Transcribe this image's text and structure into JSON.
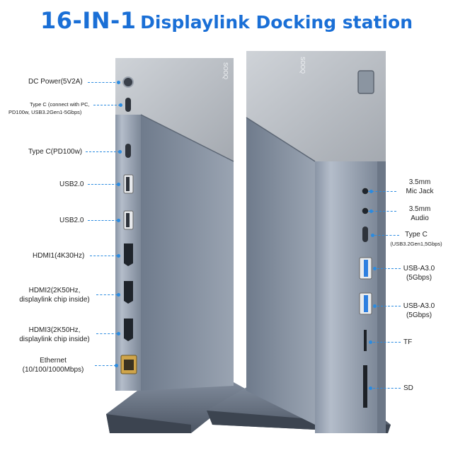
{
  "title": {
    "number": "16-IN-1",
    "text": "Displaylink Docking station"
  },
  "brand_mark": "SOOQ",
  "left_ports": [
    {
      "id": "dc",
      "lines": [
        "DC Power(5V2A)"
      ]
    },
    {
      "id": "typec_data",
      "lines": [
        "Type C (connect with PC,",
        "PD100w, USB3.2Gen1-5Gbps)"
      ],
      "small": true
    },
    {
      "id": "typec_pd",
      "lines": [
        "Type C(PD100w)"
      ]
    },
    {
      "id": "usb2_a",
      "lines": [
        "USB2.0"
      ]
    },
    {
      "id": "usb2_b",
      "lines": [
        "USB2.0"
      ]
    },
    {
      "id": "hdmi1",
      "lines": [
        "HDMI1(4K30Hz)"
      ]
    },
    {
      "id": "hdmi2",
      "lines": [
        "HDMI2(2K50Hz,",
        "displaylink chip inside)"
      ]
    },
    {
      "id": "hdmi3",
      "lines": [
        "HDMI3(2K50Hz,",
        "displaylink chip inside)"
      ]
    },
    {
      "id": "ethernet",
      "lines": [
        "Ethernet",
        "(10/100/1000Mbps)"
      ]
    }
  ],
  "right_ports": [
    {
      "id": "mic",
      "lines": [
        "3.5mm",
        "Mic Jack"
      ]
    },
    {
      "id": "audio",
      "lines": [
        "3.5mm",
        "Audio"
      ]
    },
    {
      "id": "typec_r",
      "lines": [
        "Type C",
        "(USB3.2Gen1,5Gbps)"
      ]
    },
    {
      "id": "usba1",
      "lines": [
        "USB-A3.0",
        "(5Gbps)"
      ]
    },
    {
      "id": "usba2",
      "lines": [
        "USB-A3.0",
        "(5Gbps)"
      ]
    },
    {
      "id": "tf",
      "lines": [
        "TF"
      ]
    },
    {
      "id": "sd",
      "lines": [
        "SD"
      ]
    }
  ]
}
